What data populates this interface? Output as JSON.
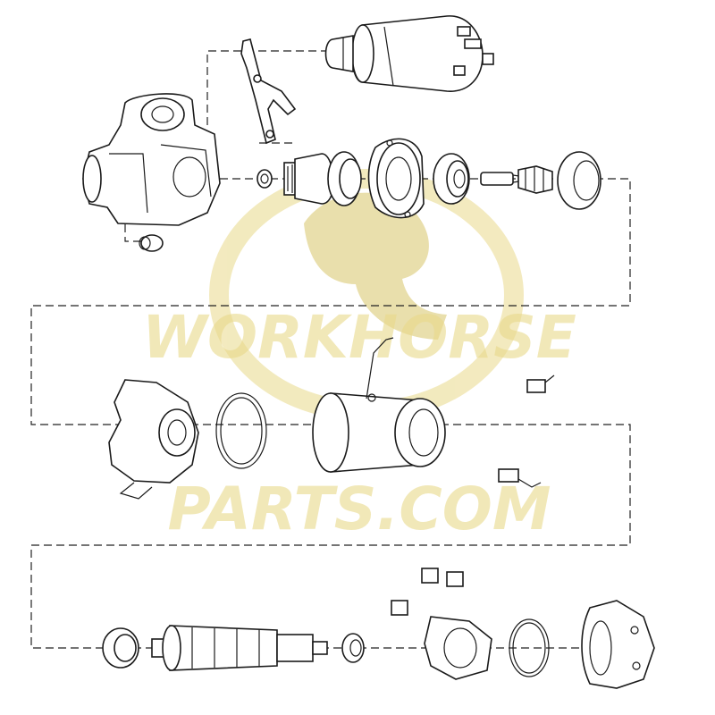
{
  "watermark": {
    "line1": "WORKHORSE",
    "line2": "PARTS.COM",
    "logo_icon": "horse-head-icon",
    "color": "#e9d98a",
    "color_dark": "#d8c56a"
  },
  "parts": [
    {
      "name": "solenoid"
    },
    {
      "name": "shift-fork-lever"
    },
    {
      "name": "drive-end-housing"
    },
    {
      "name": "bushing"
    },
    {
      "name": "small-washer"
    },
    {
      "name": "pinion-drive"
    },
    {
      "name": "bearing-plate"
    },
    {
      "name": "bearing-ring"
    },
    {
      "name": "shaft-pin"
    },
    {
      "name": "planetary-gear-assembly"
    },
    {
      "name": "intermediate-housing"
    },
    {
      "name": "o-ring"
    },
    {
      "name": "field-frame"
    },
    {
      "name": "brush-upper"
    },
    {
      "name": "brush-lower"
    },
    {
      "name": "front-bearing"
    },
    {
      "name": "armature"
    },
    {
      "name": "rear-bearing"
    },
    {
      "name": "brush-holder-assembly"
    },
    {
      "name": "rear-o-ring"
    },
    {
      "name": "commutator-end-cap"
    }
  ]
}
